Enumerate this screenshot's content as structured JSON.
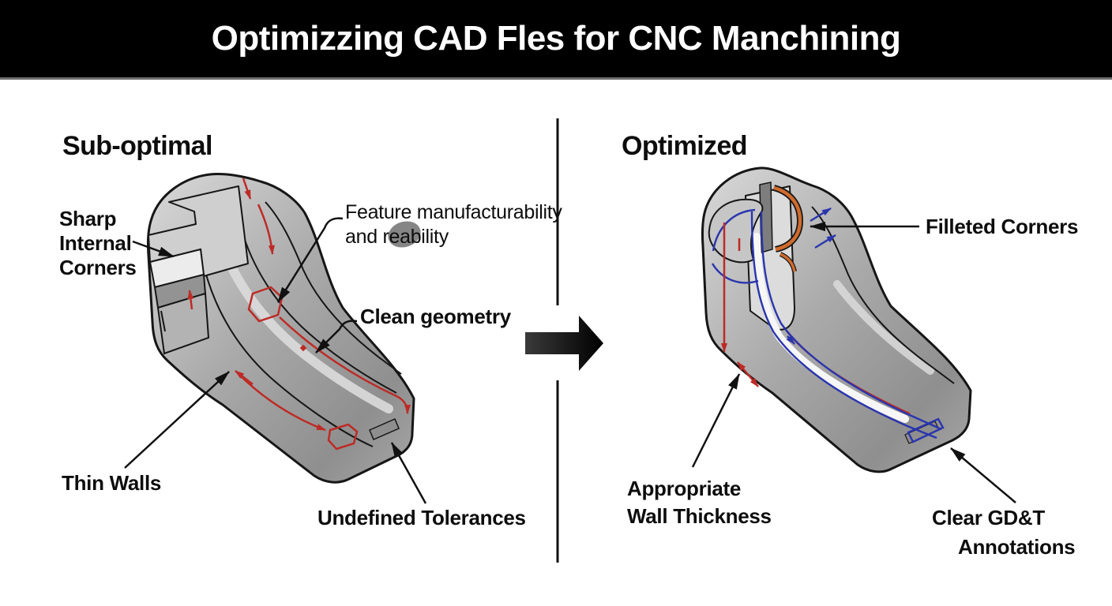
{
  "header": {
    "title": "Optimizzing CAD Fles for CNC Manchining"
  },
  "left": {
    "heading": "Sub-optimal",
    "labels": {
      "sharp": {
        "line1": "Sharp",
        "line2": "Internal",
        "line3": "Corners"
      },
      "feature": {
        "line1": "Feature manufacturability",
        "line2": "and reability"
      },
      "clean": "Clean geometry",
      "thin": "Thin Walls",
      "undefined_tol": "Undefined Tolerances"
    },
    "annotation_color": "#bd2b26"
  },
  "right": {
    "heading": "Optimized",
    "labels": {
      "filleted": "Filleted Corners",
      "wall": {
        "line1": "Appropriate",
        "line2": "Wall Thickness"
      },
      "gdt": {
        "line1": "Clear GD&T",
        "line2": "Annotations"
      }
    },
    "toolpath_color": "#2a35ad",
    "fillet_color": "#cf6b2d",
    "dimension_color": "#bd2b26"
  },
  "colors": {
    "header_bg": "#000000",
    "header_fg": "#ffffff",
    "background": "#ffffff",
    "outline": "#161616",
    "metal_light": "#d8d8d8",
    "metal_dark": "#8f8f8f"
  }
}
